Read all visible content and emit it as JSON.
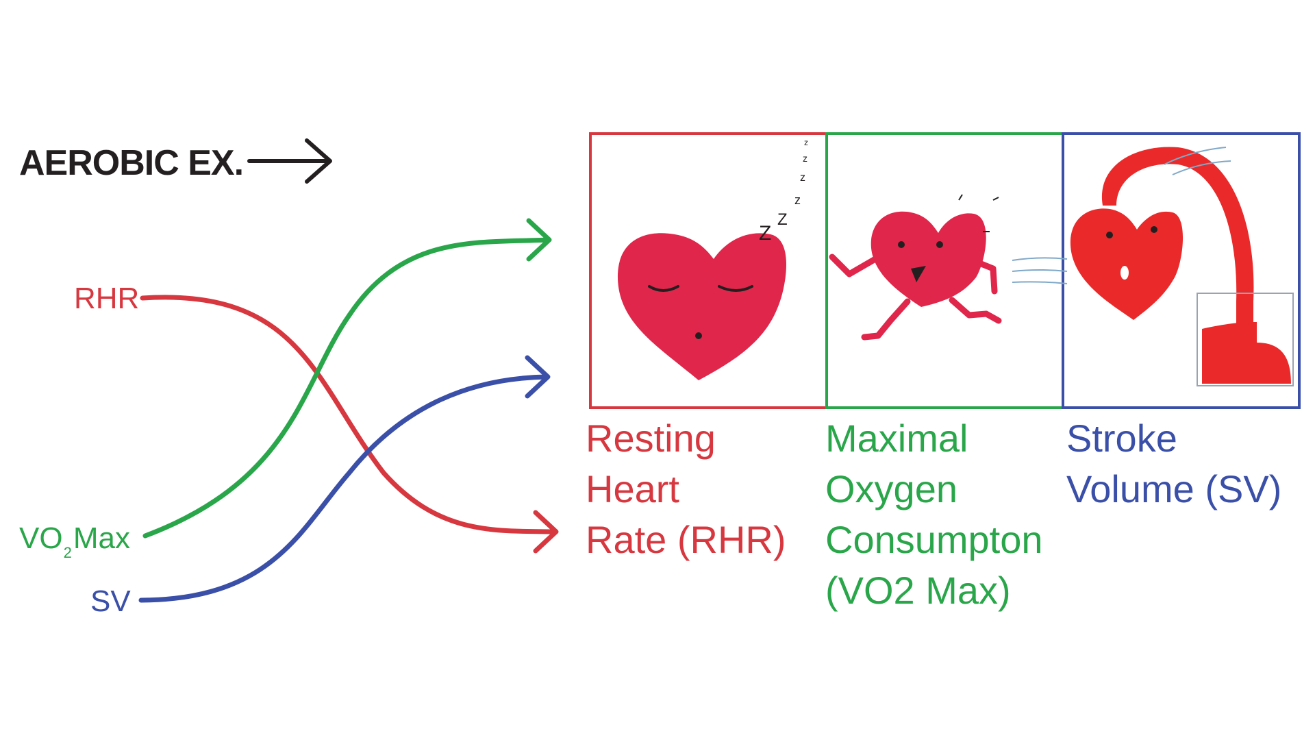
{
  "heading": "AEROBIC EX.",
  "colors": {
    "red": "#d7373f",
    "green": "#2aa64a",
    "blue": "#3a4fa8",
    "heart": "#e0264a",
    "dark": "#231f20"
  },
  "left_labels": {
    "rhr": "RHR",
    "vo2_main": "VO",
    "vo2_sub": "2",
    "vo2_tail": "Max",
    "sv": "SV"
  },
  "panels": [
    {
      "id": "rhr",
      "color": "red",
      "icon": "sleeping-heart-icon",
      "caption_lines": [
        "Resting",
        "Heart",
        "Rate (RHR)"
      ]
    },
    {
      "id": "vo2",
      "color": "green",
      "icon": "running-heart-icon",
      "caption_lines": [
        "Maximal",
        "Oxygen",
        "Consumpton",
        "(VO2 Max)"
      ]
    },
    {
      "id": "sv",
      "color": "blue",
      "icon": "pumping-heart-icon",
      "caption_lines": [
        "Stroke",
        "Volume (SV)"
      ]
    }
  ],
  "sleep_text": [
    "Z",
    "Z",
    "z",
    "z",
    "z",
    "z"
  ]
}
